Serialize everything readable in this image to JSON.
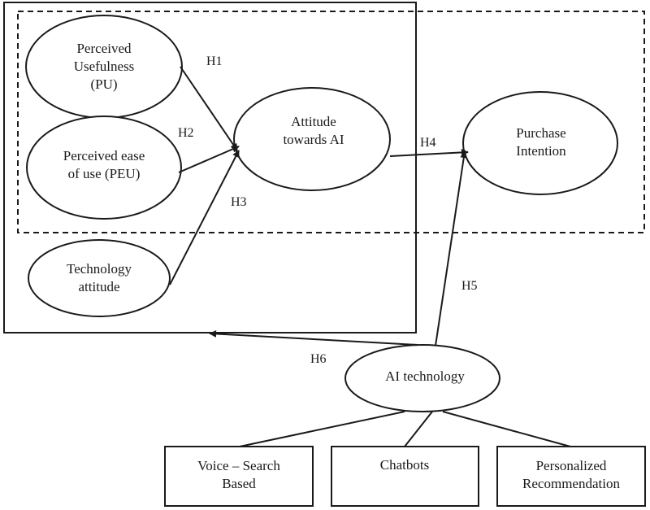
{
  "constructs": {
    "pu": [
      "Perceived",
      "Usefulness",
      "(PU)"
    ],
    "peu": [
      "Perceived ease",
      "of use (PEU)"
    ],
    "tech_attitude": [
      "Technology",
      "attitude"
    ],
    "attitude_ai": [
      "Attitude",
      "towards AI"
    ],
    "purchase_intention": [
      "Purchase",
      "Intention"
    ],
    "ai_technology": [
      "AI technology"
    ]
  },
  "types": {
    "voice_search": [
      "Voice – Search",
      "Based"
    ],
    "chatbots": [
      "Chatbots"
    ],
    "personalized": [
      "Personalized",
      "Recommendation"
    ]
  },
  "hypotheses": {
    "h1": "H1",
    "h2": "H2",
    "h3": "H3",
    "h4": "H4",
    "h5": "H5",
    "h6": "H6"
  }
}
